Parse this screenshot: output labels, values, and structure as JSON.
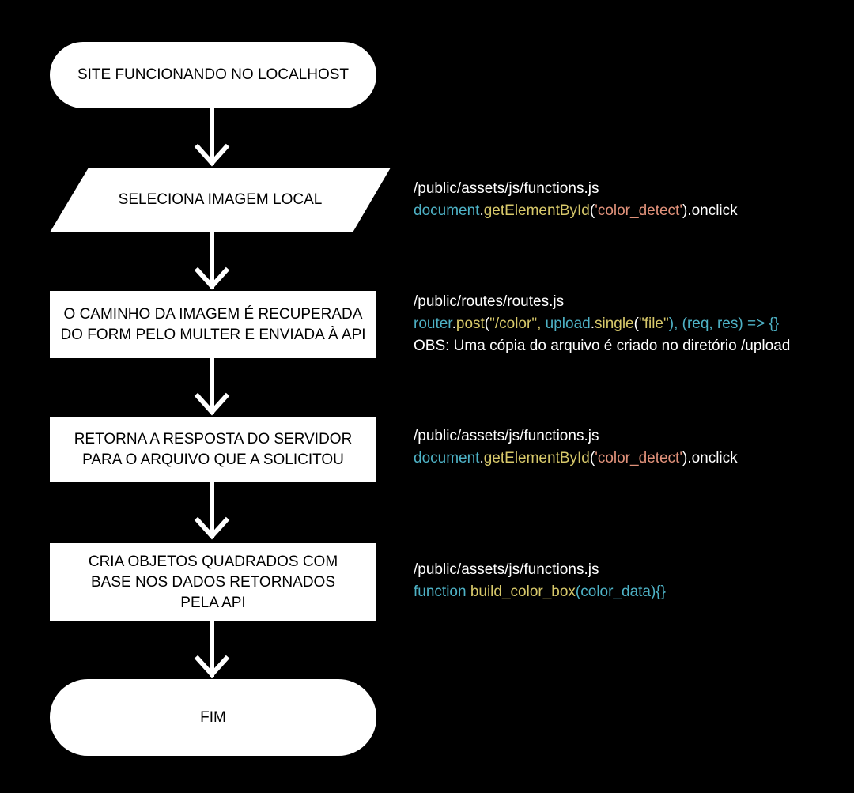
{
  "colors": {
    "background": "#000000",
    "node_fill": "#ffffff",
    "node_text": "#000000",
    "note_text": "#ffffff",
    "code_object": "#4eb2c6",
    "code_method": "#d7c86a",
    "code_string": "#e0917a",
    "code_plain": "#ffffff"
  },
  "flow": {
    "start": "SITE FUNCIONANDO NO LOCALHOST",
    "step1": "SELECIONA IMAGEM LOCAL",
    "step2": "O CAMINHO DA IMAGEM É RECUPERADA\nDO FORM PELO MULTER E ENVIADA À API",
    "step3": "RETORNA A RESPOSTA DO SERVIDOR\nPARA O ARQUIVO QUE A SOLICITOU",
    "step4": "CRIA OBJETOS QUADRADOS COM\nBASE NOS DADOS RETORNADOS\nPELA API",
    "end": "FIM"
  },
  "notes": {
    "n1": {
      "path": "/public/assets/js/functions.js",
      "code": [
        {
          "t": "document",
          "c": "code_object"
        },
        {
          "t": ".",
          "c": "code_plain"
        },
        {
          "t": "getElementById",
          "c": "code_method"
        },
        {
          "t": "(",
          "c": "code_plain"
        },
        {
          "t": "'color_detect'",
          "c": "code_string"
        },
        {
          "t": ").onclick",
          "c": "code_plain"
        }
      ]
    },
    "n2": {
      "path": "/public/routes/routes.js",
      "code": [
        {
          "t": "router",
          "c": "code_object"
        },
        {
          "t": ".",
          "c": "code_plain"
        },
        {
          "t": "post",
          "c": "code_method"
        },
        {
          "t": "(",
          "c": "code_plain"
        },
        {
          "t": "\"/color\", ",
          "c": "code_method"
        },
        {
          "t": "upload",
          "c": "code_object"
        },
        {
          "t": ".",
          "c": "code_plain"
        },
        {
          "t": "single",
          "c": "code_method"
        },
        {
          "t": "(",
          "c": "code_plain"
        },
        {
          "t": "\"file\"",
          "c": "code_method"
        },
        {
          "t": "), (req, res) => {}",
          "c": "code_object"
        }
      ],
      "obs": "OBS: Uma cópia do arquivo é criado no diretório /upload"
    },
    "n3": {
      "path": "/public/assets/js/functions.js",
      "code": [
        {
          "t": "document",
          "c": "code_object"
        },
        {
          "t": ".",
          "c": "code_plain"
        },
        {
          "t": "getElementById",
          "c": "code_method"
        },
        {
          "t": "(",
          "c": "code_plain"
        },
        {
          "t": "'color_detect'",
          "c": "code_string"
        },
        {
          "t": ").onclick",
          "c": "code_plain"
        }
      ]
    },
    "n4": {
      "path": "/public/assets/js/functions.js",
      "code": [
        {
          "t": "function",
          "c": "code_object"
        },
        {
          "t": " ",
          "c": "code_plain"
        },
        {
          "t": "build_color_box",
          "c": "code_method"
        },
        {
          "t": "(color_data){}",
          "c": "code_object"
        }
      ]
    }
  }
}
